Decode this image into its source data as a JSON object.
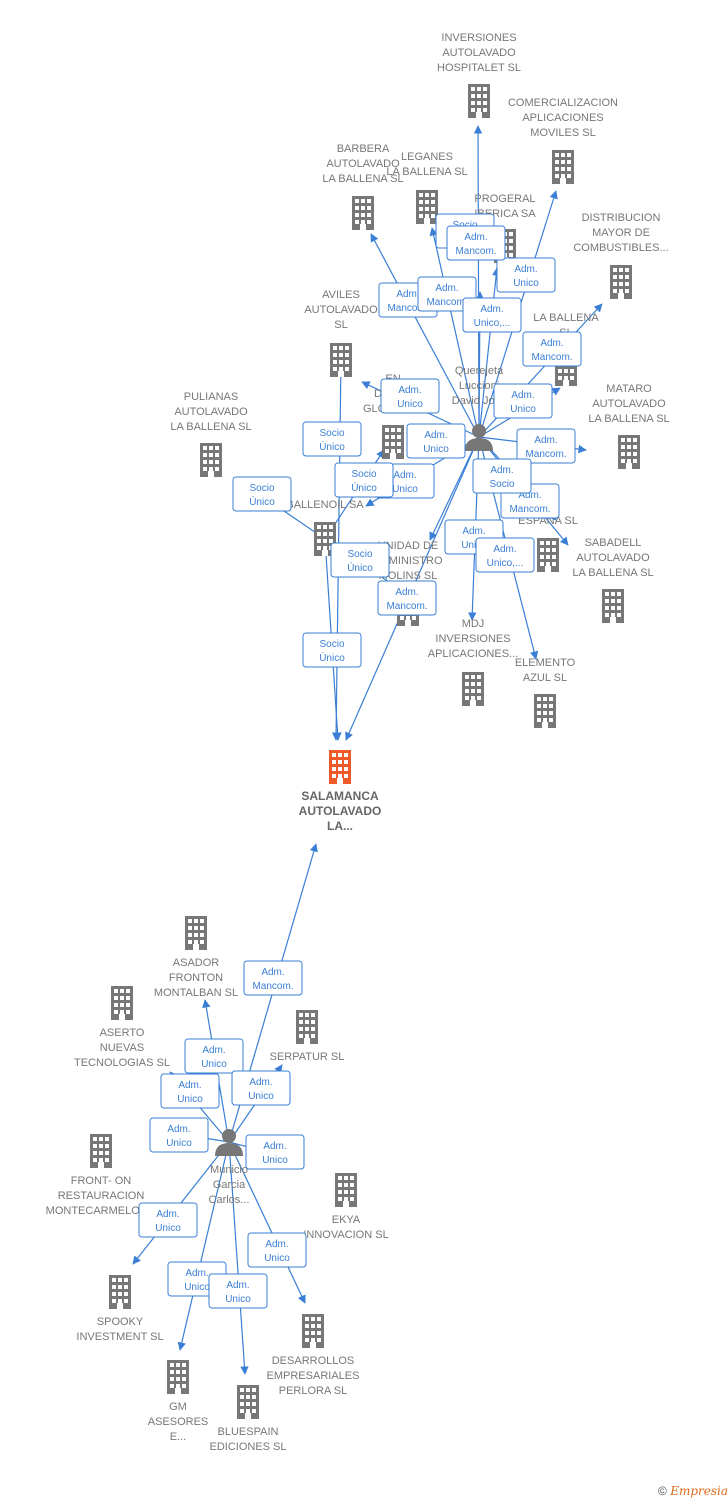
{
  "companies": [
    {
      "id": "salamanca",
      "lines": [
        "SALAMANCA",
        "AUTOLAVADO",
        "LA..."
      ],
      "main": true
    },
    {
      "id": "inv_hosp",
      "lines": [
        "INVERSIONES",
        "AUTOLAVADO",
        "HOSPITALET SL"
      ]
    },
    {
      "id": "comercializacion",
      "lines": [
        "COMERCIALIZACION",
        "APLICACIONES",
        "MOVILES  SL"
      ]
    },
    {
      "id": "barbera",
      "lines": [
        "BARBERA",
        "AUTOLAVADO",
        "LA BALLENA SL"
      ]
    },
    {
      "id": "leganes",
      "lines": [
        "LEGANES",
        "LA BALLENA SL"
      ]
    },
    {
      "id": "progeral",
      "lines": [
        "PROGERAL",
        "IBERICA SA"
      ]
    },
    {
      "id": "distribucion",
      "lines": [
        "DISTRIBUCION",
        "MAYOR DE",
        "COMBUSTIBLES..."
      ]
    },
    {
      "id": "aviles",
      "lines": [
        "AVILES",
        "AUTOLAVADO",
        "SL"
      ]
    },
    {
      "id": "la_ballena",
      "lines": [
        "LA BALLENA",
        "SL"
      ]
    },
    {
      "id": "pulianas",
      "lines": [
        "PULIANAS",
        "AUTOLAVADO",
        "LA BALLENA SL"
      ]
    },
    {
      "id": "desarrollo",
      "lines": [
        "EN",
        "DESAR",
        "GLOBAL SL"
      ]
    },
    {
      "id": "mataro",
      "lines": [
        "MATARO",
        "AUTOLAVADO",
        "LA BALLENA SL"
      ]
    },
    {
      "id": "ballenoil",
      "lines": [
        "BALLENOIL SA"
      ]
    },
    {
      "id": "unidad",
      "lines": [
        "UNIDAD DE",
        "SUMINISTRO",
        "MOLINS SL"
      ]
    },
    {
      "id": "general",
      "lines": [
        "RAL",
        "ESPAÑA SL"
      ]
    },
    {
      "id": "sabadell",
      "lines": [
        "SABADELL",
        "AUTOLAVADO",
        "LA BALLENA SL"
      ]
    },
    {
      "id": "mdj",
      "lines": [
        "MDJ",
        "INVERSIONES",
        "APLICACIONES..."
      ]
    },
    {
      "id": "elemento",
      "lines": [
        "ELEMENTO",
        "AZUL SL"
      ]
    },
    {
      "id": "asador",
      "lines": [
        "ASADOR",
        "FRONTON",
        "MONTALBAN SL"
      ]
    },
    {
      "id": "aserto",
      "lines": [
        "ASERTO",
        "NUEVAS",
        "TECNOLOGIAS SL"
      ]
    },
    {
      "id": "serpatur",
      "lines": [
        "SERPATUR SL"
      ]
    },
    {
      "id": "front_on",
      "lines": [
        "FRONT- ON",
        "RESTAURACION",
        "MONTECARMELO SL"
      ]
    },
    {
      "id": "ekya",
      "lines": [
        "EKYA",
        "INNOVACION SL"
      ]
    },
    {
      "id": "spooky",
      "lines": [
        "SPOOKY",
        "INVESTMENT SL"
      ]
    },
    {
      "id": "desarrollos_perlora",
      "lines": [
        "DESARROLLOS",
        "EMPRESARIALES",
        "PERLORA SL"
      ]
    },
    {
      "id": "gm_asesores",
      "lines": [
        "GM",
        "ASESORES",
        "E..."
      ]
    },
    {
      "id": "bluespain",
      "lines": [
        "BLUESPAIN",
        "EDICIONES SL"
      ]
    }
  ],
  "people": [
    {
      "id": "querejeta",
      "lines": [
        "Querejeta",
        "Luccioni",
        "David Jose"
      ]
    },
    {
      "id": "municio",
      "lines": [
        "Municio",
        "Garcia",
        "Carlos..."
      ]
    }
  ],
  "relations": [
    {
      "from": "querejeta",
      "to": "inv_hosp",
      "badge": [
        "Socio",
        "Único"
      ]
    },
    {
      "from": "querejeta",
      "to": "comercializacion",
      "badge": [
        "Adm.",
        "Unico"
      ]
    },
    {
      "from": "querejeta",
      "to": "barbera",
      "badge": [
        "Adm.",
        "Mancom."
      ]
    },
    {
      "from": "querejeta",
      "to": "leganes",
      "badge": [
        "Adm.",
        "Mancom."
      ]
    },
    {
      "from": "querejeta",
      "to": "progeral",
      "badge": [
        "Adm.",
        "Mancom."
      ]
    },
    {
      "from": "querejeta",
      "to": "distribucion",
      "badge": [
        "Adm.",
        "Mancom."
      ]
    },
    {
      "from": "querejeta",
      "to": "la_ballena",
      "badge": [
        "Adm.",
        "Unico"
      ]
    },
    {
      "from": "querejeta",
      "to": "aviles",
      "badge": [
        "Adm.",
        "Unico"
      ]
    },
    {
      "from": "querejeta",
      "to": "desarrollo",
      "badge": [
        "Adm.",
        "Unico,..."
      ]
    },
    {
      "from": "querejeta",
      "to": "mataro",
      "badge": [
        "Adm.",
        "Mancom."
      ]
    },
    {
      "from": "querejeta",
      "to": "ballenoil",
      "badge": [
        "Adm.",
        "Unico"
      ]
    },
    {
      "from": "querejeta",
      "to": "unidad",
      "badge": [
        "Adm.",
        "Unico"
      ]
    },
    {
      "from": "querejeta",
      "to": "general",
      "badge": [
        "Adm.",
        "Mancom."
      ]
    },
    {
      "from": "querejeta",
      "to": "sabadell",
      "badge": [
        "Adm.",
        "Socio"
      ]
    },
    {
      "from": "querejeta",
      "to": "mdj",
      "badge": [
        "Adm.",
        "Unico"
      ]
    },
    {
      "from": "querejeta",
      "to": "elemento",
      "badge": [
        "Adm.",
        "Unico,..."
      ]
    },
    {
      "from": "querejeta",
      "to": "salamanca",
      "badge": [
        "Adm.",
        "Mancom."
      ]
    },
    {
      "from": "aviles",
      "to": "salamanca",
      "badge": [
        "Socio",
        "Único"
      ]
    },
    {
      "from": "ballenoil",
      "to": "salamanca",
      "badge": [
        "Socio",
        "Único"
      ]
    },
    {
      "from": "ballenoil",
      "to": "pulianas",
      "badge": [
        "Socio",
        "Único"
      ]
    },
    {
      "from": "ballenoil",
      "to": "desarrollo",
      "badge": [
        "Socio",
        "Único"
      ]
    },
    {
      "from": "ballenoil",
      "to": "unidad",
      "badge": [
        "Socio",
        "Único"
      ]
    },
    {
      "from": "municio",
      "to": "salamanca",
      "badge": [
        "Adm.",
        "Mancom."
      ]
    },
    {
      "from": "municio",
      "to": "asador",
      "badge": [
        "Adm.",
        "Unico"
      ]
    },
    {
      "from": "municio",
      "to": "aserto",
      "badge": [
        "Adm.",
        "Unico"
      ]
    },
    {
      "from": "municio",
      "to": "serpatur",
      "badge": [
        "Adm.",
        "Unico"
      ]
    },
    {
      "from": "municio",
      "to": "front_on",
      "badge": [
        "Adm.",
        "Unico"
      ]
    },
    {
      "from": "municio",
      "to": "ekya",
      "badge": [
        "Adm.",
        "Unico"
      ]
    },
    {
      "from": "municio",
      "to": "spooky",
      "badge": [
        "Adm.",
        "Unico"
      ]
    },
    {
      "from": "municio",
      "to": "desarrollos_perlora",
      "badge": [
        "Adm.",
        "Unico"
      ]
    },
    {
      "from": "municio",
      "to": "gm_asesores",
      "badge": [
        "Adm.",
        "Unico"
      ]
    },
    {
      "from": "municio",
      "to": "bluespain",
      "badge": [
        "Adm.",
        "Unico"
      ]
    }
  ],
  "colors": {
    "edge": "#3a7fd5",
    "building": "#777777",
    "main_building": "#f05a28",
    "person": "#777777"
  },
  "footer": {
    "copyright": "©",
    "brand": "Empresia"
  }
}
